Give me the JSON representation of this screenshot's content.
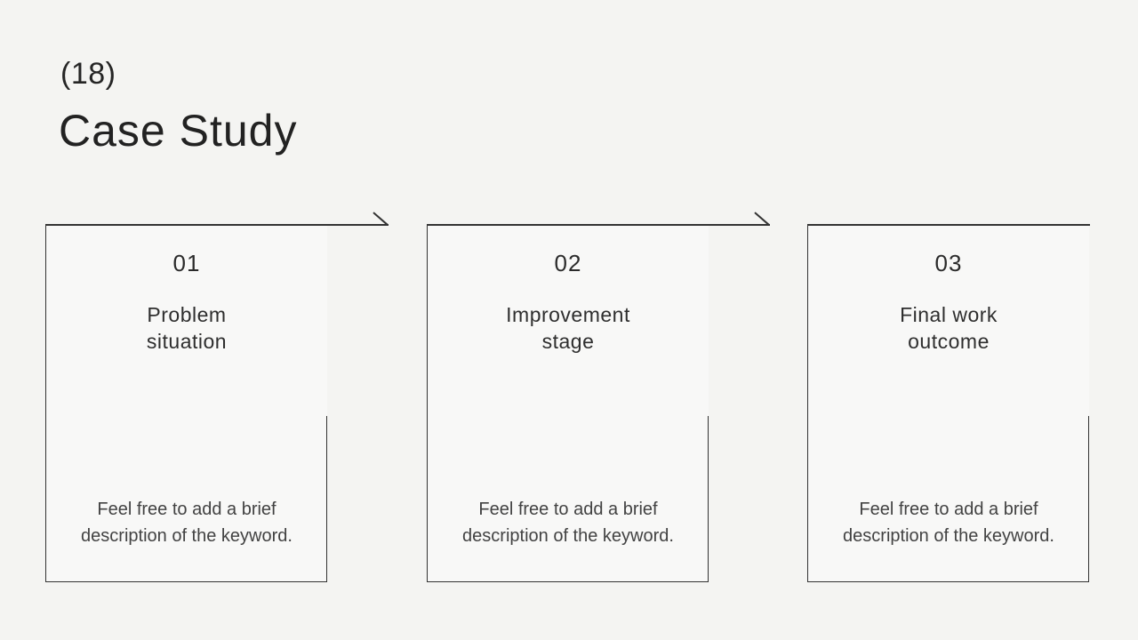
{
  "colors": {
    "background": "#f4f4f2",
    "line": "#333333",
    "heading_text": "#222222",
    "body_text": "#424242"
  },
  "header": {
    "index": "(18)",
    "title": "Case Study"
  },
  "cards": [
    {
      "number": "01",
      "title_lines": [
        "Problem",
        "situation"
      ],
      "description_lines": [
        "Feel free to add a brief",
        "description of the keyword."
      ]
    },
    {
      "number": "02",
      "title_lines": [
        "Improvement",
        "stage"
      ],
      "description_lines": [
        "Feel free to add a brief",
        "description of the keyword."
      ]
    },
    {
      "number": "03",
      "title_lines": [
        "Final work",
        "outcome"
      ],
      "description_lines": [
        "Feel free to add a brief",
        "description of the keyword."
      ]
    }
  ]
}
